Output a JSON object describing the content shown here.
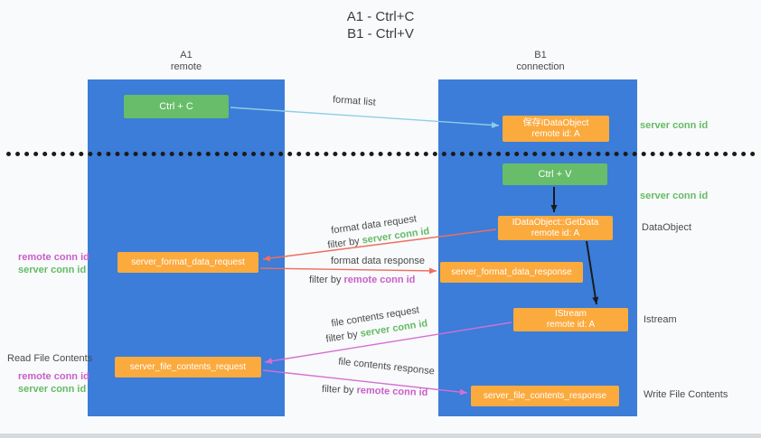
{
  "title": {
    "line1": "A1 - Ctrl+C",
    "line2": "B1 - Ctrl+V"
  },
  "lanes": {
    "left": {
      "name": "A1",
      "subtitle": "remote"
    },
    "right": {
      "name": "B1",
      "subtitle": "connection"
    }
  },
  "boxes": {
    "ctrl_c": "Ctrl + C",
    "ctrl_v": "Ctrl + V",
    "save_idataobject": {
      "line1": "保存IDataObject",
      "line2": "remote id: A"
    },
    "getdata": {
      "line1": "IDataObject::GetData",
      "line2": "remote id: A"
    },
    "istream": {
      "line1": "IStream",
      "line2": "remote id: A"
    },
    "format_request": "server_format_data_request",
    "format_response": "server_format_data_response",
    "file_request": "server_file_contents_request",
    "file_response": "server_file_contents_response"
  },
  "arrow_labels": {
    "format_list": "format list",
    "format_data_request": "format data request",
    "format_data_response": "format data response",
    "file_contents_request": "file contents request",
    "file_contents_response": "file contents response",
    "filter_by": "filter by",
    "server_conn_id": "server conn id",
    "remote_conn_id": "remote conn id"
  },
  "side_labels": {
    "server_conn_id": "server conn id",
    "remote_conn_id": "remote conn id",
    "dataobject": "DataObject",
    "istream": "Istream",
    "read_file_contents": "Read File Contents",
    "write_file_contents": "Write File Contents"
  },
  "colors": {
    "lane_blue": "#3b7dd8",
    "box_green": "#67bd69",
    "box_orange": "#fbaa3e",
    "arrow_blue": "#8ecde8",
    "arrow_red": "#ee6e5f",
    "arrow_magenta": "#d46fd4",
    "arrow_black": "#1b1b1b",
    "text_green": "#64bb66",
    "text_magenta": "#c95fc9",
    "text_grey": "#4a4a4a"
  }
}
